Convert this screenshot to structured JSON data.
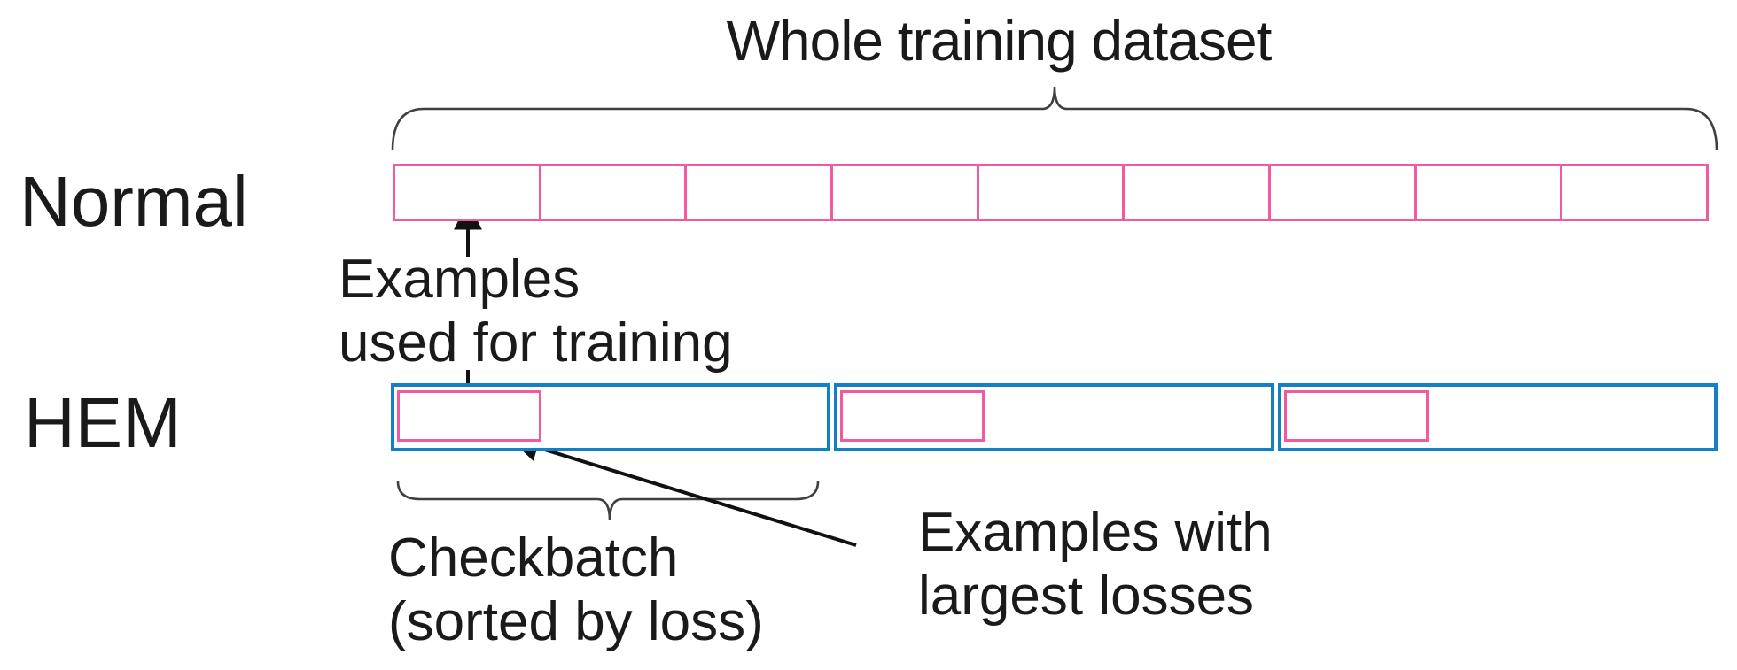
{
  "title": "Whole training dataset",
  "rows": {
    "normal_label": "Normal",
    "hem_label": "HEM"
  },
  "structure": {
    "normal_cells": 9,
    "hem_groups": 3
  },
  "annotations": {
    "examples_line1": "Examples",
    "examples_line2": "used for training",
    "checkbatch_line1": "Checkbatch",
    "checkbatch_line2": "(sorted by loss)",
    "losses_line1": "Examples with",
    "losses_line2": "largest losses"
  },
  "graphics": {
    "whole_dataset_brace": "curly-brace-pointing-up",
    "checkbatch_brace": "curly-brace-pointing-down",
    "examples_up_arrow": "arrow-up",
    "examples_down_arrow": "arrow-down",
    "largest_losses_arrow": "arrow-up-left"
  },
  "colors": {
    "pink": "#f25a9f",
    "blue": "#127fc7",
    "line": "#404040",
    "arrow": "#111111",
    "text": "#1a1a1a"
  }
}
